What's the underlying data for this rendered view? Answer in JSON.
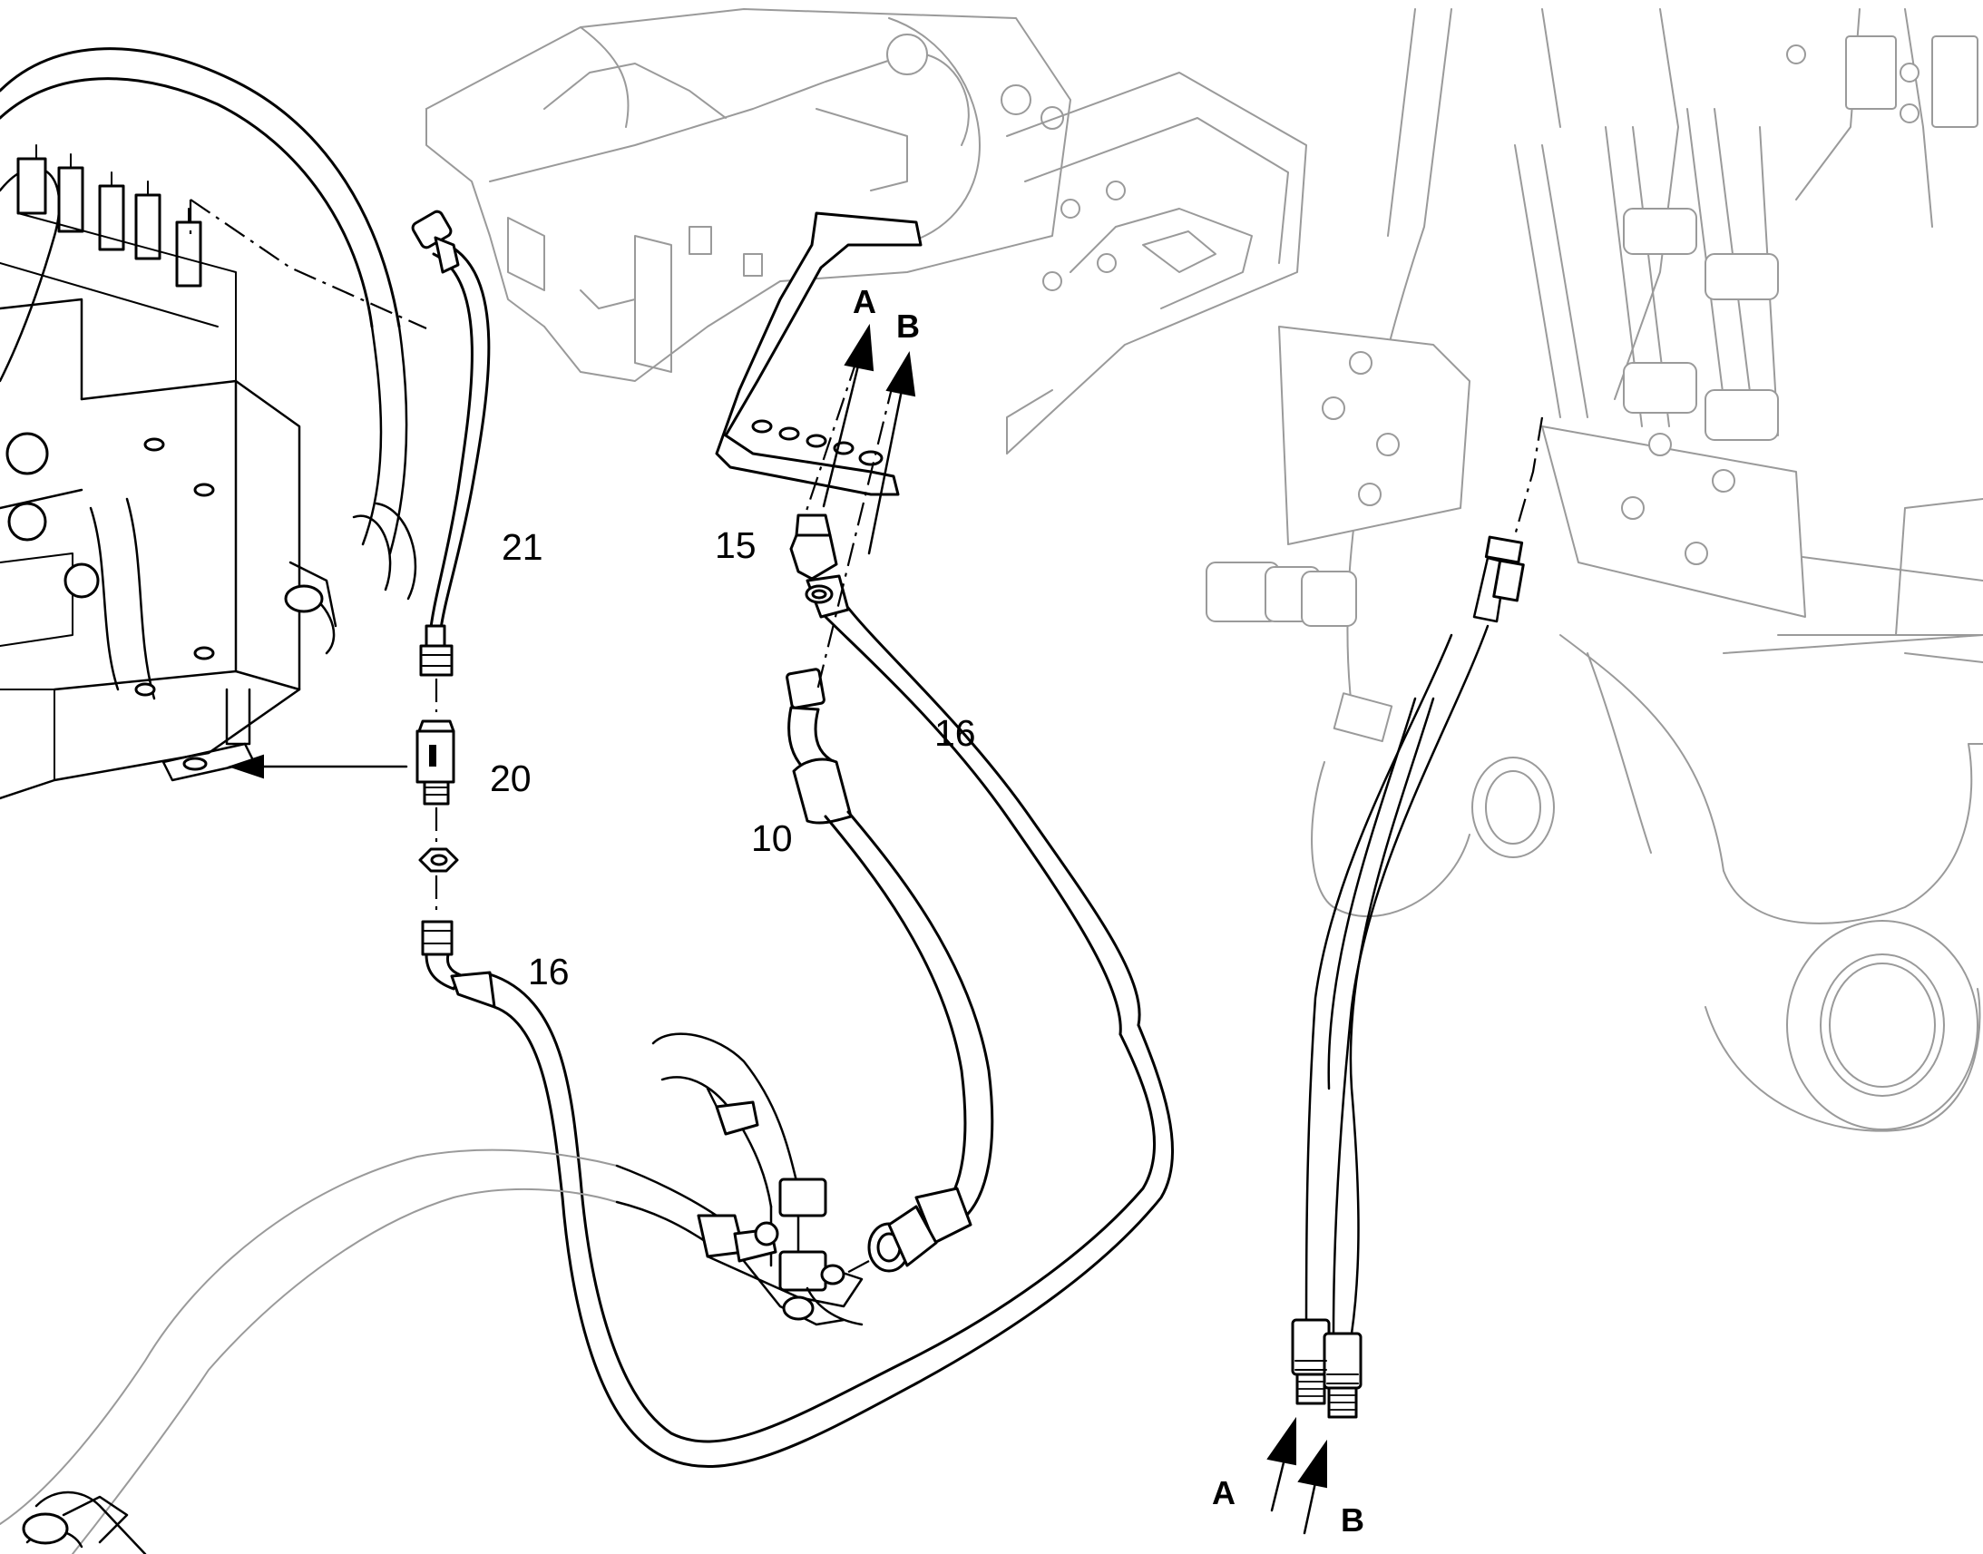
{
  "callouts": [
    {
      "id": "hose-21",
      "text": "21"
    },
    {
      "id": "fitting-20",
      "text": "20"
    },
    {
      "id": "fitting-15",
      "text": "15"
    },
    {
      "id": "hose-16-right",
      "text": "16"
    },
    {
      "id": "hose-10",
      "text": "10"
    },
    {
      "id": "hose-16-left",
      "text": "16"
    }
  ],
  "ports": {
    "upper_a": "A",
    "upper_b": "B",
    "lower_a": "A",
    "lower_b": "B"
  }
}
